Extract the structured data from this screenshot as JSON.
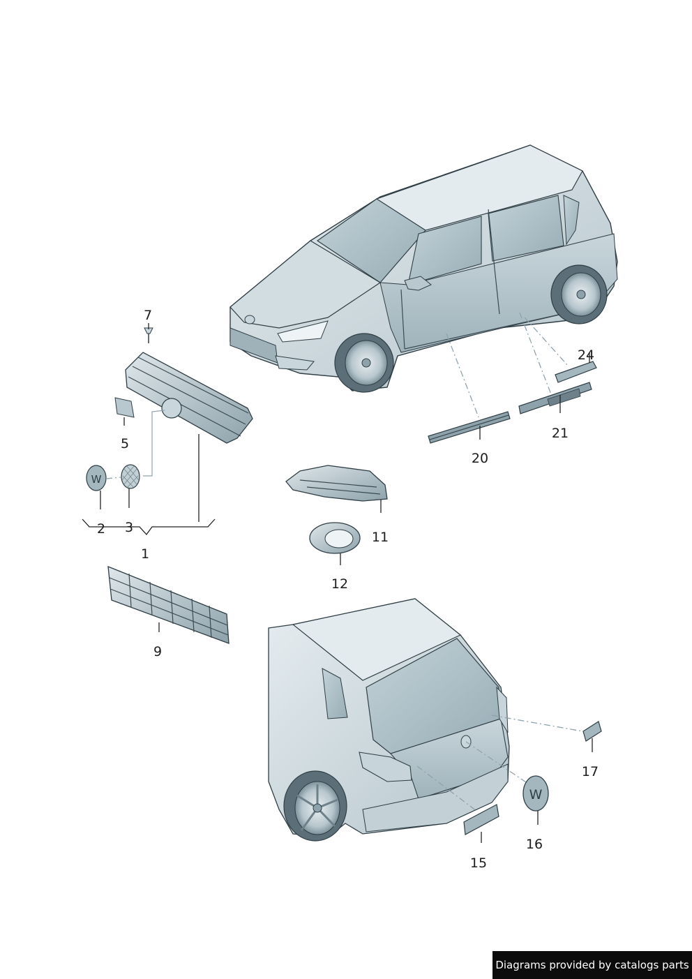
{
  "callouts": {
    "c1": "1",
    "c2": "2",
    "c3": "3",
    "c5": "5",
    "c7": "7",
    "c9": "9",
    "c11": "11",
    "c12": "12",
    "c15": "15",
    "c16": "16",
    "c17": "17",
    "c20": "20",
    "c21": "21",
    "c24": "24"
  },
  "footer": {
    "text": "Diagrams provided by catalogs parts"
  },
  "colors": {
    "body_light": "#dde6ea",
    "body_mid": "#b9c8cf",
    "body_dark": "#8ea2ab",
    "glass": "#a9bcc4",
    "outline": "#2f3e45"
  }
}
